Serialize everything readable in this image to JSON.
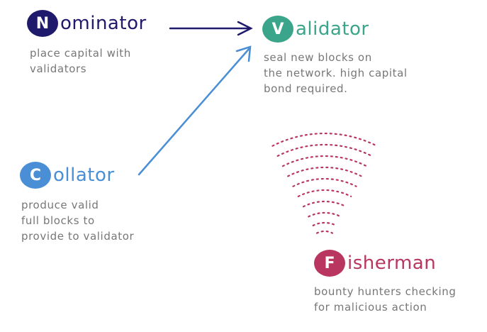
{
  "roles": {
    "nominator": {
      "initial": "N",
      "rest": "ominator",
      "description": [
        "place capital with",
        "validators"
      ],
      "color": "#1f1a6b"
    },
    "validator": {
      "initial": "V",
      "rest": "alidator",
      "description": [
        "seal new blocks on",
        "the network. high capital",
        "bond required."
      ],
      "color": "#3aa58a"
    },
    "collator": {
      "initial": "C",
      "rest": "ollator",
      "description": [
        "produce valid",
        "full blocks to",
        "provide to validator"
      ],
      "color": "#4a8fd6"
    },
    "fisherman": {
      "initial": "F",
      "rest": "isherman",
      "description": [
        "bounty hunters checking",
        "for malicious action"
      ],
      "color": "#b8365f"
    }
  },
  "connections": [
    {
      "from": "nominator",
      "to": "validator",
      "color": "#1f1a6b"
    },
    {
      "from": "collator",
      "to": "validator",
      "color": "#4a8fd6"
    }
  ],
  "signal": {
    "icon": "radar-waves-icon",
    "color": "#b8365f"
  }
}
